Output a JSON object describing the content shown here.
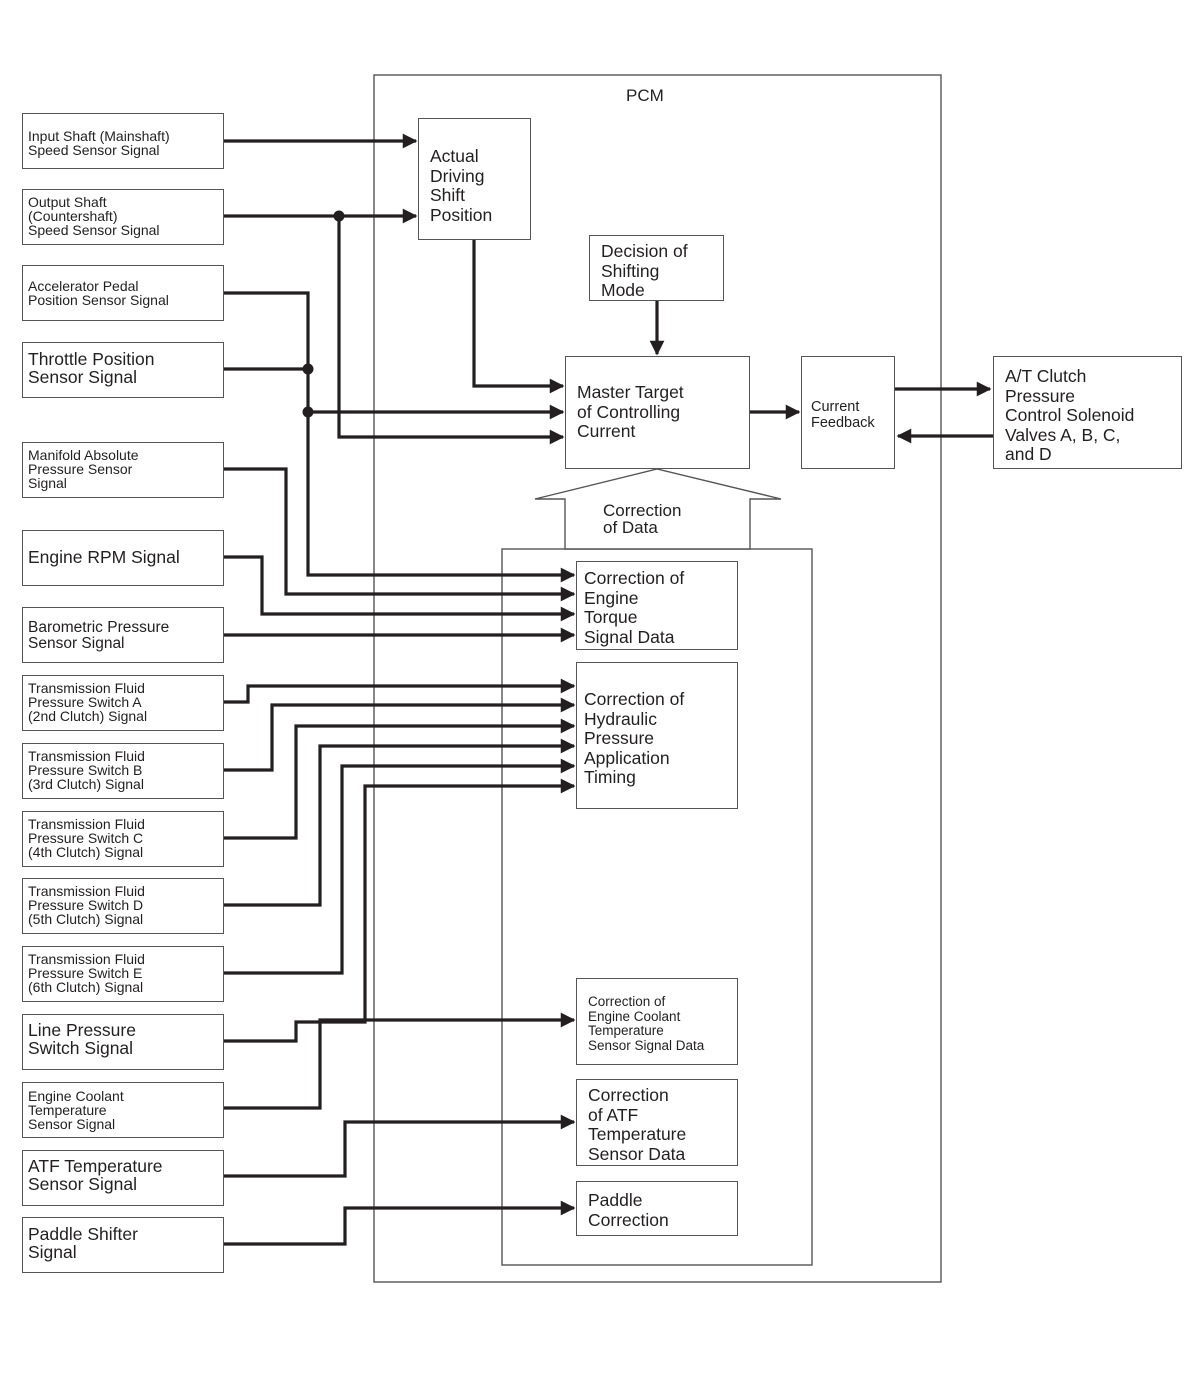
{
  "pcm_label": "PCM",
  "correction_data_label": "Correction\nof Data",
  "inputs": [
    {
      "id": "input-shaft",
      "label": "Input Shaft (Mainshaft)\nSpeed Sensor Signal"
    },
    {
      "id": "output-shaft",
      "label": "Output Shaft\n(Countershaft)\nSpeed Sensor Signal"
    },
    {
      "id": "accelerator-pedal",
      "label": "Accelerator Pedal\nPosition Sensor Signal"
    },
    {
      "id": "throttle-position",
      "label": "Throttle Position\nSensor Signal"
    },
    {
      "id": "manifold-absolute-pressure",
      "label": "Manifold Absolute\nPressure Sensor\nSignal"
    },
    {
      "id": "engine-rpm",
      "label": "Engine RPM Signal"
    },
    {
      "id": "barometric-pressure",
      "label": "Barometric Pressure\nSensor Signal"
    },
    {
      "id": "tfp-switch-a",
      "label": "Transmission Fluid\nPressure Switch A\n(2nd Clutch) Signal"
    },
    {
      "id": "tfp-switch-b",
      "label": "Transmission Fluid\nPressure Switch B\n(3rd Clutch) Signal"
    },
    {
      "id": "tfp-switch-c",
      "label": "Transmission Fluid\nPressure Switch C\n(4th Clutch) Signal"
    },
    {
      "id": "tfp-switch-d",
      "label": "Transmission Fluid\nPressure Switch D\n(5th Clutch) Signal"
    },
    {
      "id": "tfp-switch-e",
      "label": "Transmission Fluid\nPressure Switch E\n(6th Clutch) Signal"
    },
    {
      "id": "line-pressure-switch",
      "label": "Line Pressure\nSwitch Signal"
    },
    {
      "id": "engine-coolant-temp",
      "label": "Engine Coolant\nTemperature\nSensor Signal"
    },
    {
      "id": "atf-temperature",
      "label": "ATF Temperature\nSensor Signal"
    },
    {
      "id": "paddle-shifter",
      "label": "Paddle Shifter\nSignal"
    }
  ],
  "blocks": {
    "actual_driving_shift_position": "Actual\nDriving\nShift\nPosition",
    "decision_of_shifting_mode": "Decision of\nShifting\nMode",
    "master_target": "Master Target\nof Controlling\nCurrent",
    "current_feedback": "Current\nFeedback",
    "at_clutch_solenoids": "A/T Clutch\nPressure\nControl Solenoid\nValves A, B, C,\nand D",
    "correction_engine_torque": "Correction of\nEngine\nTorque\nSignal Data",
    "correction_hydraulic_pressure": "Correction of\nHydraulic\nPressure\nApplication\nTiming",
    "correction_engine_coolant": "Correction of\nEngine Coolant\nTemperature\nSensor Signal Data",
    "correction_atf_temperature": "Correction\nof ATF\nTemperature\nSensor Data",
    "paddle_correction": "Paddle\nCorrection"
  }
}
